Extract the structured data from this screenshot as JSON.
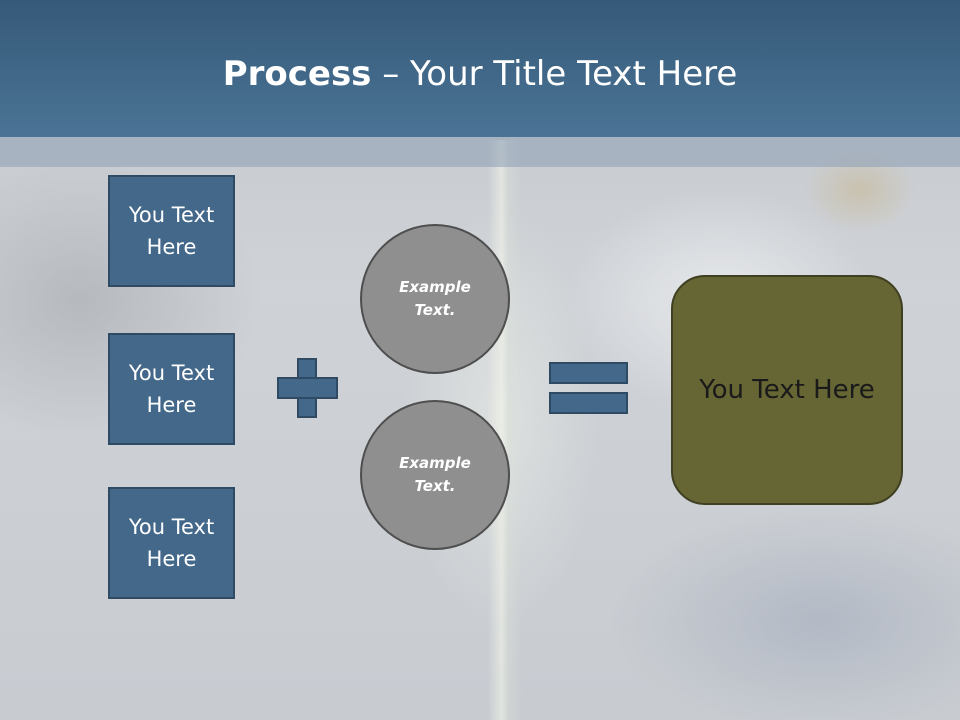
{
  "slide": {
    "title_bold": "Process",
    "title_rest": " – Your Title Text Here",
    "input_boxes": [
      {
        "label": "You Text Here"
      },
      {
        "label": "You Text Here"
      },
      {
        "label": "You Text Here"
      }
    ],
    "circles": [
      {
        "label": "Example Text."
      },
      {
        "label": "Example Text."
      }
    ],
    "result_label": "You Text Here",
    "colors": {
      "header": "#4a7395",
      "box_fill": "#43688a",
      "circle_fill": "#8f8f8f",
      "result_fill": "#666534"
    },
    "icons": [
      "plus-icon",
      "equals-icon"
    ]
  }
}
